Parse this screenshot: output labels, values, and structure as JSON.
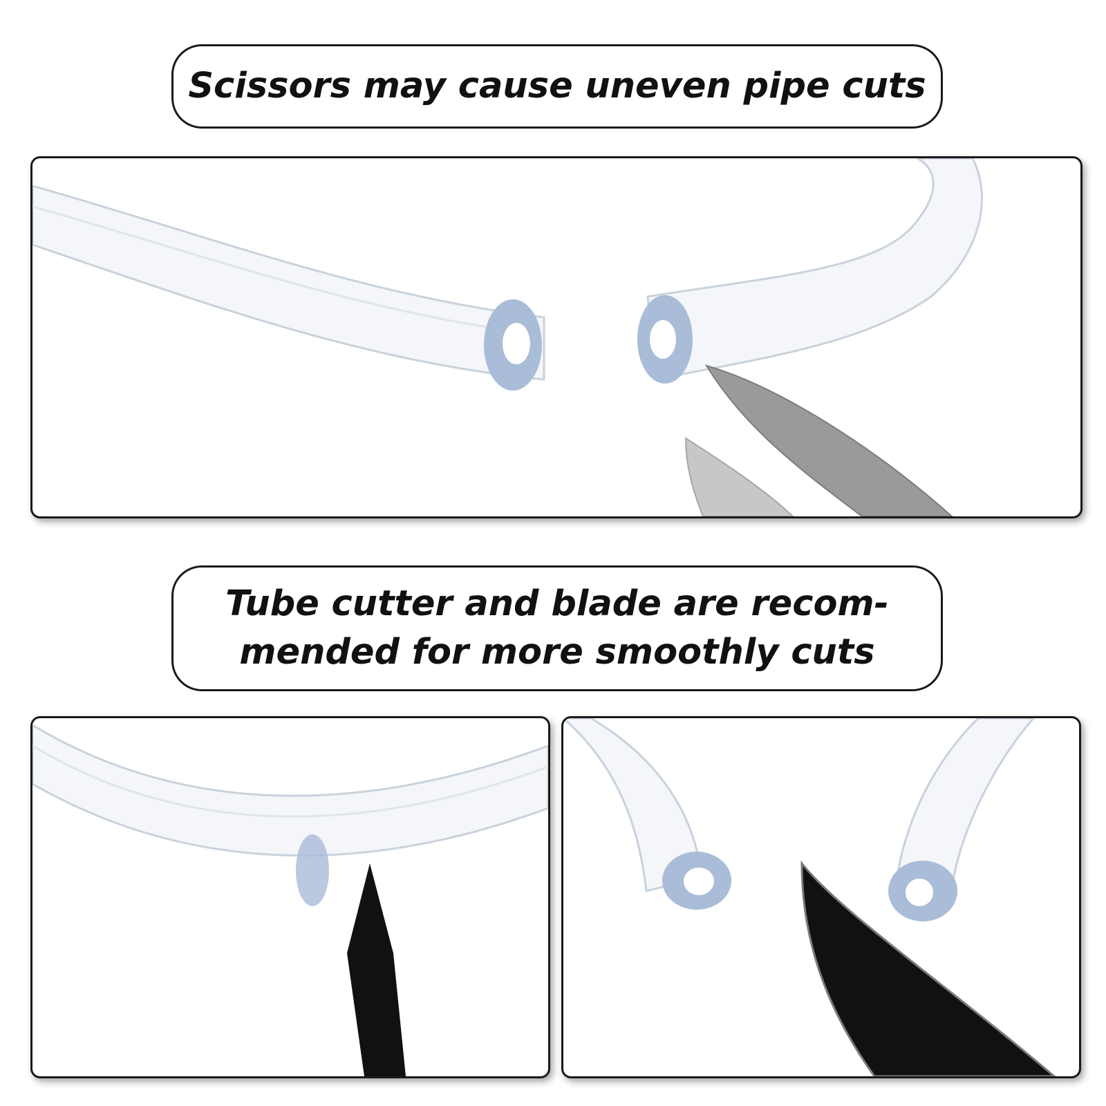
{
  "captions": {
    "scissors_warning": "Scissors may cause uneven pipe cuts",
    "recommendation": {
      "line1": "Tube cutter and blade are recom-",
      "line2": "mended for more smoothly cuts"
    }
  },
  "colors": {
    "border": "#1a1a1a",
    "tube_edge": "#c9d2dc",
    "tube_end": "#a9bcd8",
    "blade_steel": "#9a9a9a",
    "blade_black": "#111111"
  }
}
